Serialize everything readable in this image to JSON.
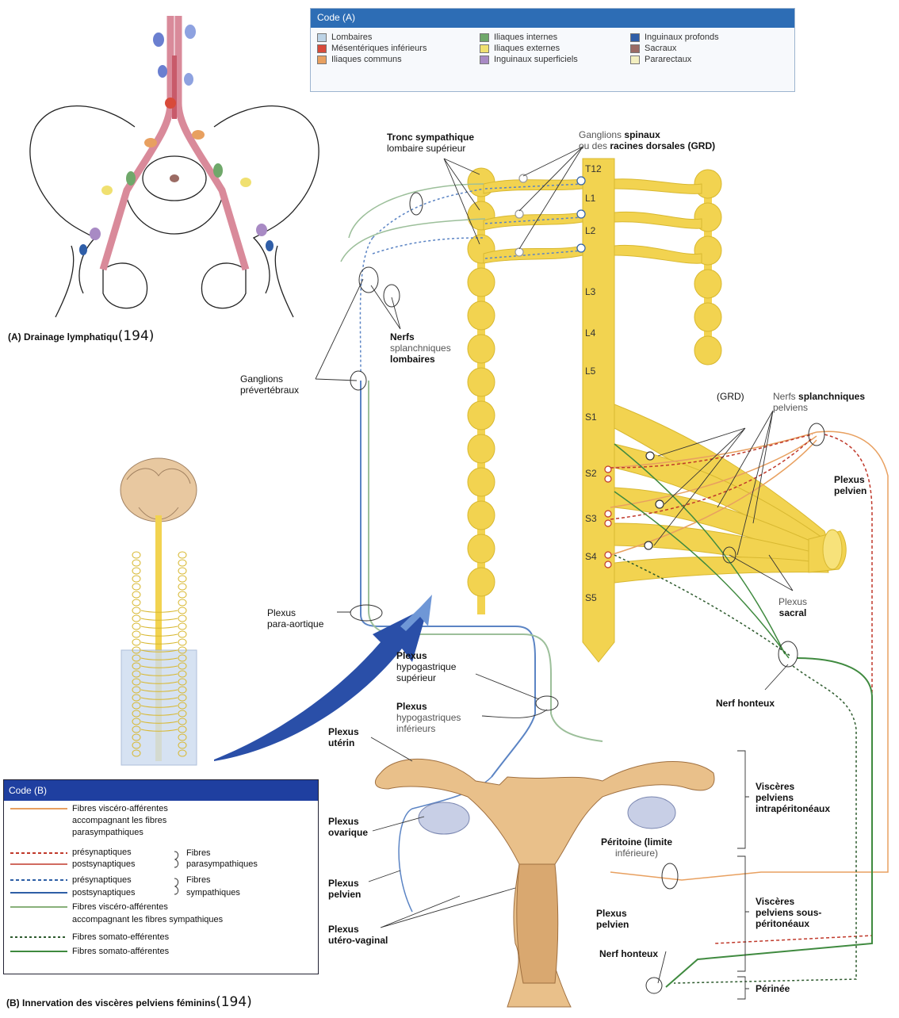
{
  "code_a": {
    "title": "Code (A)",
    "items": [
      {
        "label": "Lombaires",
        "color": "#bcd3e6"
      },
      {
        "label": "Iliaques internes",
        "color": "#6fa86a"
      },
      {
        "label": "Inguinaux profonds",
        "color": "#2f5ea8"
      },
      {
        "label": "Mésentériques inférieurs",
        "color": "#d84a3a"
      },
      {
        "label": "Iliaques externes",
        "color": "#f0e070"
      },
      {
        "label": "Sacraux",
        "color": "#9b6b64"
      },
      {
        "label": "Iliaques communs",
        "color": "#e8a060"
      },
      {
        "label": "Inguinaux superficiels",
        "color": "#a88ac4"
      },
      {
        "label": "Pararectaux",
        "color": "#f3efc0"
      }
    ]
  },
  "captions": {
    "a": "(A) Drainage lymphatiqu",
    "a_ref": "(194)",
    "b": "(B) Innervation des viscères pelviens féminins",
    "b_ref": "(194)"
  },
  "vertebrae": [
    "T12",
    "L1",
    "L2",
    "L3",
    "L4",
    "L5",
    "S1",
    "S2",
    "S3",
    "S4",
    "S5"
  ],
  "labels": {
    "tronc_1": "Tronc sympathique",
    "tronc_2": "lombaire supérieur",
    "ganglions_1a": "Ganglions",
    "ganglions_1b": "spinaux",
    "ganglions_2a": "ou des",
    "ganglions_2b": "racines dorsales",
    "ganglions_2c": "(GRD)",
    "nerfs_spl_1": "Nerfs",
    "nerfs_spl_2": "splanchniques",
    "nerfs_spl_3": "lombaires",
    "ganglions_prev_1": "Ganglions",
    "ganglions_prev_2": "prévertébraux",
    "grd": "(GRD)",
    "nerfs_pelv_1a": "Nerfs",
    "nerfs_pelv_1b": "splanchniques",
    "nerfs_pelv_2": "pelviens",
    "plexus_pelvien_r_1": "Plexus",
    "plexus_pelvien_r_2": "pelvien",
    "plexus_sacral_1": "Plexus",
    "plexus_sacral_2": "sacral",
    "plexus_para_1": "Plexus",
    "plexus_para_2": "para-aortique",
    "plexus_hyposup_1": "Plexus",
    "plexus_hyposup_2": "hypogastrique",
    "plexus_hyposup_3": "supérieur",
    "plexus_hypoinf_1": "Plexus",
    "plexus_hypoinf_2": "hypogastriques",
    "plexus_hypoinf_3": "inférieurs",
    "nerf_honteux_r": "Nerf honteux",
    "plexus_uterin_1": "Plexus",
    "plexus_uterin_2": "utérin",
    "plexus_ovarique_1": "Plexus",
    "plexus_ovarique_2": "ovarique",
    "plexus_pelvien_l_1": "Plexus",
    "plexus_pelvien_l_2": "pelvien",
    "plexus_utvag_1": "Plexus",
    "plexus_utvag_2": "utéro-vaginal",
    "peritoine_1": "Péritoine (limite",
    "peritoine_2": "inférieure)",
    "plexus_pelvien_c_1": "Plexus",
    "plexus_pelvien_c_2": "pelvien",
    "nerf_honteux_c": "Nerf honteux",
    "visc_intra_1": "Viscères",
    "visc_intra_2": "pelviens",
    "visc_intra_3": "intrapéritonéaux",
    "visc_sous_1": "Viscères",
    "visc_sous_2": "pelviens sous-",
    "visc_sous_3": "péritonéaux",
    "perinee": "Périnée"
  },
  "code_b": {
    "title": "Code (B)",
    "l1": "Fibres viscéro-afférentes",
    "l2": "accompagnant les fibres",
    "l3": "parasympathiques",
    "pre": "présynaptiques",
    "post": "postsynaptiques",
    "fibres": "Fibres",
    "parasym": "parasympathiques",
    "pre2": "présynaptiques",
    "post2": "postsynaptiques",
    "fibres2": "Fibres",
    "sym": "sympathiques",
    "sa1": "Fibres viscéro-afférentes",
    "sa2": "accompagnant les fibres sympathiques",
    "somef": "Fibres somato-efférentes",
    "somaf": "Fibres somato-afférentes",
    "colors": {
      "visc_para": "#e8a060",
      "para": "#c0392b",
      "sym": "#2e5fa6",
      "visc_sym": "#88b07a",
      "somef": "#2d5a2d",
      "somaf": "#3f8a3f"
    }
  }
}
